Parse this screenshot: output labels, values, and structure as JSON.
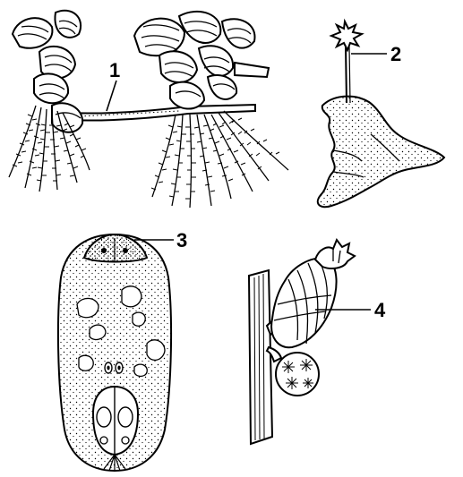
{
  "labels": {
    "l1": "1",
    "l2": "2",
    "l3": "3",
    "l4": "4"
  }
}
